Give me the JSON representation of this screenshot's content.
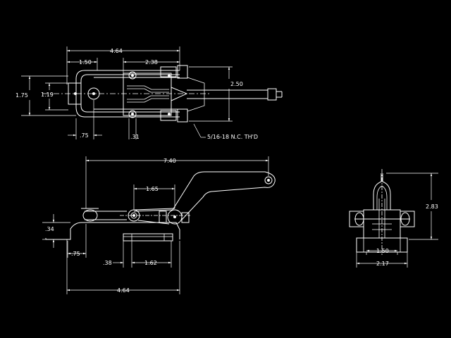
{
  "colors": {
    "background": "#000000",
    "lines": "#ffffff"
  },
  "top_view": {
    "dims": {
      "overall": "4.64",
      "left": "1.50",
      "right": "2.38",
      "height_outer": "1.75",
      "height_inner": "1.19",
      "height_right": "2.50",
      "bottom_left": ".75",
      "bottom_small": ".31"
    },
    "thread_note": "5/16-18 N.C. TH'D"
  },
  "front_view": {
    "dims": {
      "reach": "7.40",
      "link": "1.65",
      "height": ".34",
      "left_offset": ".75",
      "base_left": ".38",
      "base_span": "1.62",
      "overall": "4.64"
    }
  },
  "side_view": {
    "dims": {
      "height": "2.83",
      "inner_width": "1.50",
      "outer_width": "2.17"
    }
  }
}
